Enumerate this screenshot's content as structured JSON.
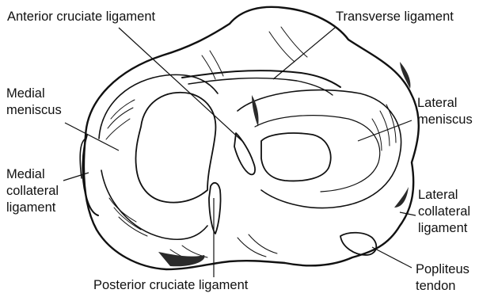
{
  "labels": {
    "acl": "Anterior cruciate ligament",
    "transverse": "Transverse ligament",
    "medial_meniscus": [
      "Medial",
      "meniscus"
    ],
    "lateral_meniscus": [
      "Lateral",
      "meniscus"
    ],
    "mcl": [
      "Medial",
      "collateral",
      "ligament"
    ],
    "lcl": [
      "Lateral",
      "collateral",
      "ligament"
    ],
    "pcl": "Posterior cruciate ligament",
    "popliteus": [
      "Popliteus",
      "tendon"
    ]
  },
  "colors": {
    "line": "#111111",
    "shade": "#2a2a2a"
  }
}
